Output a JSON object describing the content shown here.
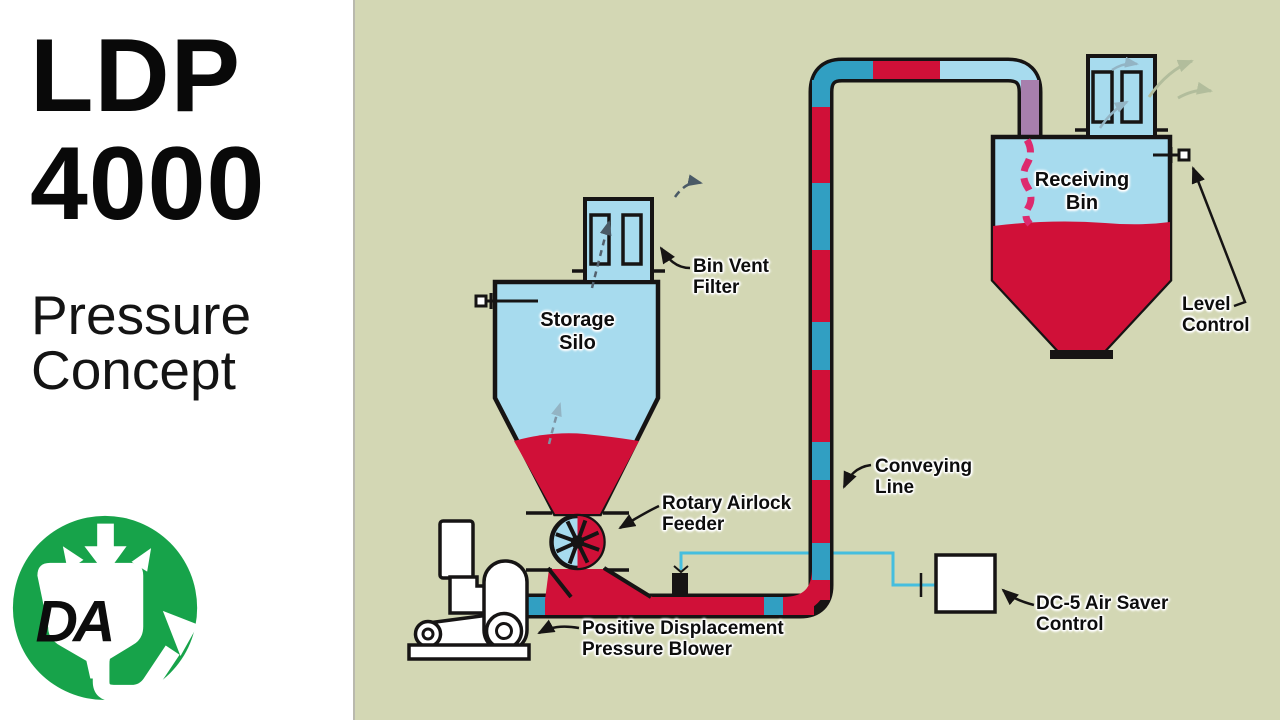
{
  "left_panel": {
    "title": "LDP\n4000",
    "subtitle": "Pressure\nConcept",
    "logo_letters": "DA"
  },
  "diagram": {
    "labels": {
      "storage_silo": "Storage\nSilo",
      "bin_vent_filter": "Bin Vent\nFilter",
      "rotary_airlock_feeder": "Rotary Airlock\nFeeder",
      "pressure_blower": "Positive Displacement\nPressure Blower",
      "conveying_line": "Conveying\nLine",
      "receiving_bin": "Receiving\nBin",
      "level_control": "Level\nControl",
      "air_saver_control": "DC-5 Air Saver\nControl"
    }
  },
  "colors": {
    "diagram_background": "#d3d7b4",
    "vessel_blue": "#a7dbee",
    "pipe_air_blue": "#319fc2",
    "material_red": "#d01038",
    "pipe_mauve": "#a77fad",
    "material_magenta": "#dd2a6e",
    "control_line_cyan": "#45bede",
    "logo_green": "#17a34a",
    "outline_black": "#161414"
  }
}
